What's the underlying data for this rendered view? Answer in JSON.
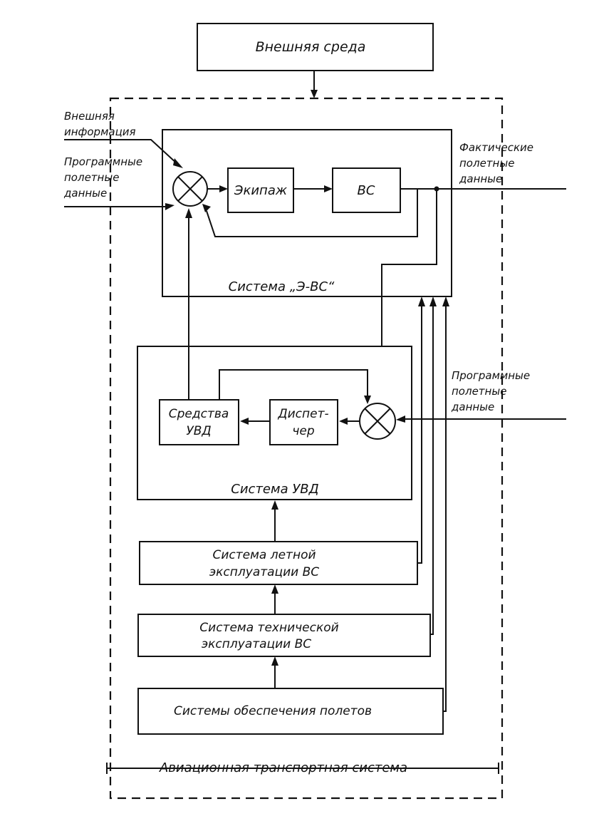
{
  "blocks": {
    "external_env": "Внешняя среда",
    "crew": "Экипаж",
    "aircraft": "ВС",
    "system_eac": "Система „Э-ВС“",
    "atc_means_1": "Средства",
    "atc_means_2": "УВД",
    "dispatcher_1": "Диспет-",
    "dispatcher_2": "чер",
    "system_atc": "Система УВД",
    "flight_ops_1": "Система летной",
    "flight_ops_2": "эксплуатации ВС",
    "tech_ops_1": "Система технической",
    "tech_ops_2": "эксплуатации ВС",
    "flight_support": "Системы обеспечения полетов",
    "air_transport_system": "Авиационная транспортная система"
  },
  "labels": {
    "ext_info_1": "Внешняя",
    "ext_info_2": "информация",
    "prog_data_left_1": "Программные",
    "prog_data_left_2": "полетные",
    "prog_data_left_3": "данные",
    "actual_data_1": "Фактические",
    "actual_data_2": "полетные",
    "actual_data_3": "данные",
    "prog_data_right_1": "Программные",
    "prog_data_right_2": "полетные",
    "prog_data_right_3": "данные"
  }
}
